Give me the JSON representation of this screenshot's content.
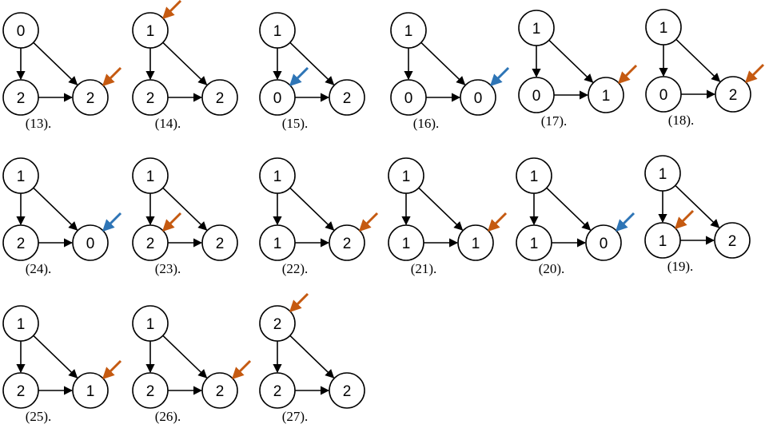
{
  "colors": {
    "stroke": "#000000",
    "arrow_orange": "#C55A11",
    "arrow_blue": "#2E75B6"
  },
  "diagrams": [
    {
      "caption": "(13).",
      "top": "0",
      "left": "2",
      "right": "2",
      "marker": {
        "node": "right",
        "color": "orange"
      }
    },
    {
      "caption": "(14).",
      "top": "1",
      "left": "2",
      "right": "2",
      "marker": {
        "node": "top",
        "color": "orange"
      }
    },
    {
      "caption": "(15).",
      "top": "1",
      "left": "0",
      "right": "2",
      "marker": {
        "node": "left",
        "color": "blue"
      }
    },
    {
      "caption": "(16).",
      "top": "1",
      "left": "0",
      "right": "0",
      "marker": {
        "node": "right",
        "color": "blue"
      }
    },
    {
      "caption": "(17).",
      "top": "1",
      "left": "0",
      "right": "1",
      "marker": {
        "node": "right",
        "color": "orange"
      }
    },
    {
      "caption": "(18).",
      "top": "1",
      "left": "0",
      "right": "2",
      "marker": {
        "node": "right",
        "color": "orange"
      }
    },
    {
      "caption": "(24).",
      "top": "1",
      "left": "2",
      "right": "0",
      "marker": {
        "node": "right",
        "color": "blue"
      }
    },
    {
      "caption": "(23).",
      "top": "1",
      "left": "2",
      "right": "2",
      "marker": {
        "node": "left",
        "color": "orange"
      }
    },
    {
      "caption": "(22).",
      "top": "1",
      "left": "1",
      "right": "2",
      "marker": {
        "node": "right",
        "color": "orange"
      }
    },
    {
      "caption": "(21).",
      "top": "1",
      "left": "1",
      "right": "1",
      "marker": {
        "node": "right",
        "color": "orange"
      }
    },
    {
      "caption": "(20).",
      "top": "1",
      "left": "1",
      "right": "0",
      "marker": {
        "node": "right",
        "color": "blue"
      }
    },
    {
      "caption": "(19).",
      "top": "1",
      "left": "1",
      "right": "2",
      "marker": {
        "node": "left",
        "color": "orange"
      }
    },
    {
      "caption": "(25).",
      "top": "1",
      "left": "2",
      "right": "1",
      "marker": {
        "node": "right",
        "color": "orange"
      }
    },
    {
      "caption": "(26).",
      "top": "1",
      "left": "2",
      "right": "2",
      "marker": {
        "node": "right",
        "color": "orange"
      }
    },
    {
      "caption": "(27).",
      "top": "2",
      "left": "2",
      "right": "2",
      "marker": {
        "node": "top",
        "color": "orange"
      }
    }
  ]
}
